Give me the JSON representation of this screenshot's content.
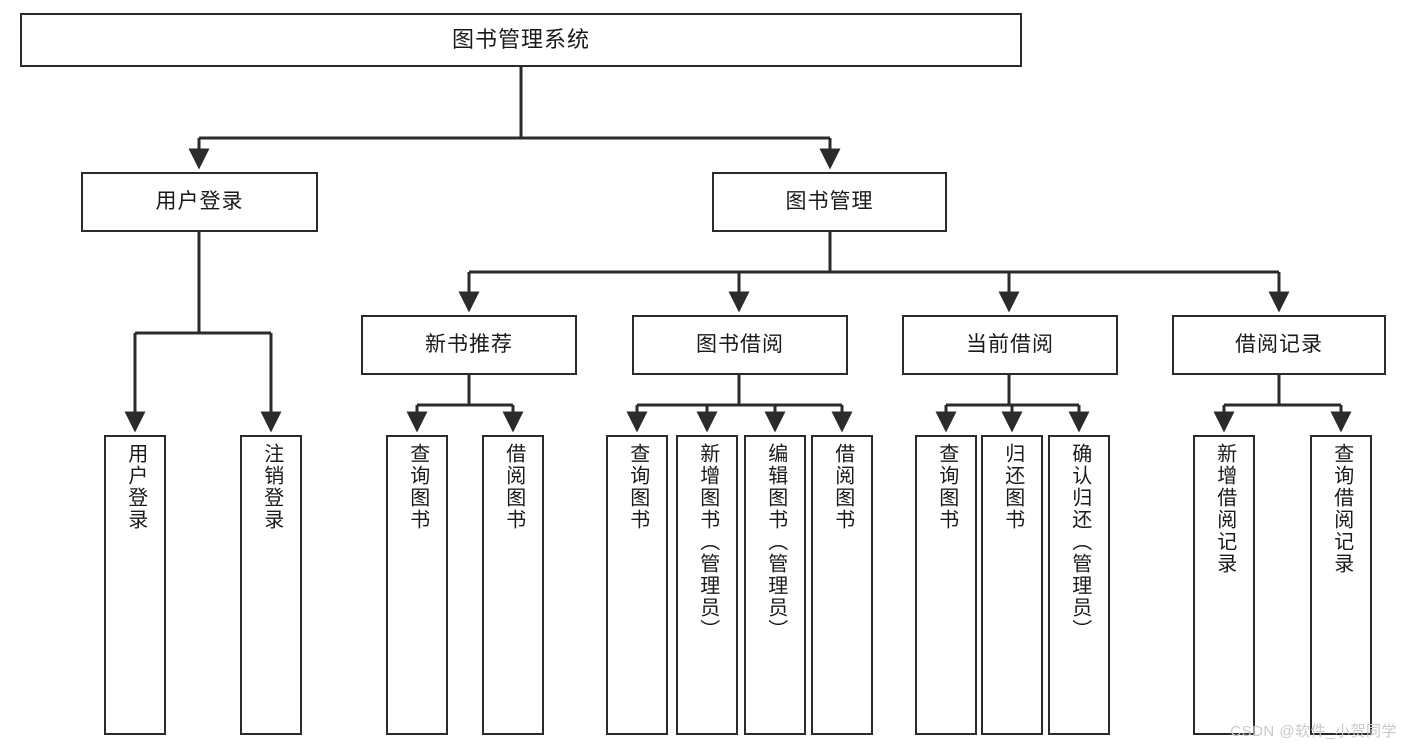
{
  "diagram": {
    "title": "图书管理系统",
    "watermark": "CSDN @软件_小贺同学",
    "line_color": "#2b2b2b",
    "box_fill": "#ffffff",
    "text_color": "#1a1a1a",
    "nodes": {
      "root": "图书管理系统",
      "l2_user_login": "用户登录",
      "l2_book_mgmt": "图书管理",
      "l3_new_book_rec": "新书推荐",
      "l3_book_borrow": "图书借阅",
      "l3_current_borrow": "当前借阅",
      "l3_borrow_record": "借阅记录",
      "leaf_user_login": "用户登录",
      "leaf_user_logout": "注销登录",
      "leaf_rec_query_book": "查询图书",
      "leaf_rec_borrow_book": "借阅图书",
      "leaf_borrow_query_book": "查询图书",
      "leaf_borrow_add_book": "新增图书（管理员）",
      "leaf_borrow_edit_book": "编辑图书（管理员）",
      "leaf_borrow_borrow_book": "借阅图书",
      "leaf_cur_query_book": "查询图书",
      "leaf_cur_return_book": "归还图书",
      "leaf_cur_confirm_return": "确认归还（管理员）",
      "leaf_rec_add_record": "新增借阅记录",
      "leaf_rec_query_record": "查询借阅记录"
    }
  }
}
